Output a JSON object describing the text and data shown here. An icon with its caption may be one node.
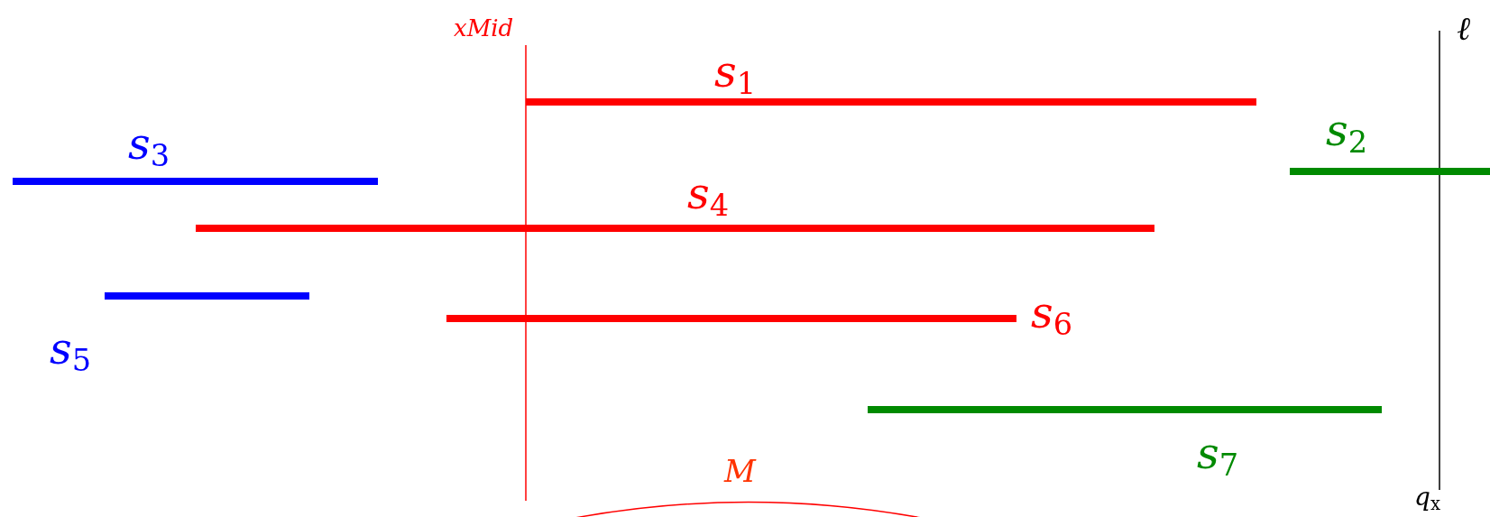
{
  "diagram": {
    "labels": [
      "xMid",
      "ℓ",
      "s$_{1}$",
      "s$_{2}$",
      "s$_{3}$",
      "s$_{4}$",
      "s$_{6}$",
      "s$_{5}$",
      "s$_{7}$",
      "M",
      "q$_{x}$"
    ]
  }
}
